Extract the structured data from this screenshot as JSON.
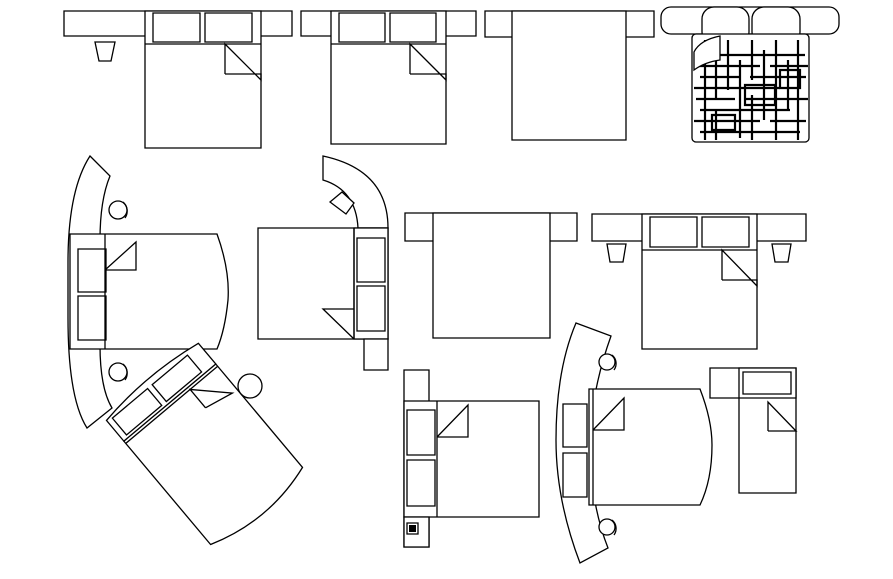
{
  "drawing": {
    "line_color": "#000000",
    "background": "#ffffff",
    "blocks": [
      {
        "name": "double-bed-with-side-tables"
      },
      {
        "name": "double-bed-with-cover-fold"
      },
      {
        "name": "double-bed-plain"
      },
      {
        "name": "double-bed-patterned-cover"
      },
      {
        "name": "double-bed-curved-headboard-left"
      },
      {
        "name": "double-bed-curved-table"
      },
      {
        "name": "double-bed-wide-headboard"
      },
      {
        "name": "double-bed-with-stools"
      },
      {
        "name": "double-bed-rotated"
      },
      {
        "name": "double-bed-vertical-headboard"
      },
      {
        "name": "double-bed-arc-headboard"
      },
      {
        "name": "single-bed"
      }
    ]
  }
}
